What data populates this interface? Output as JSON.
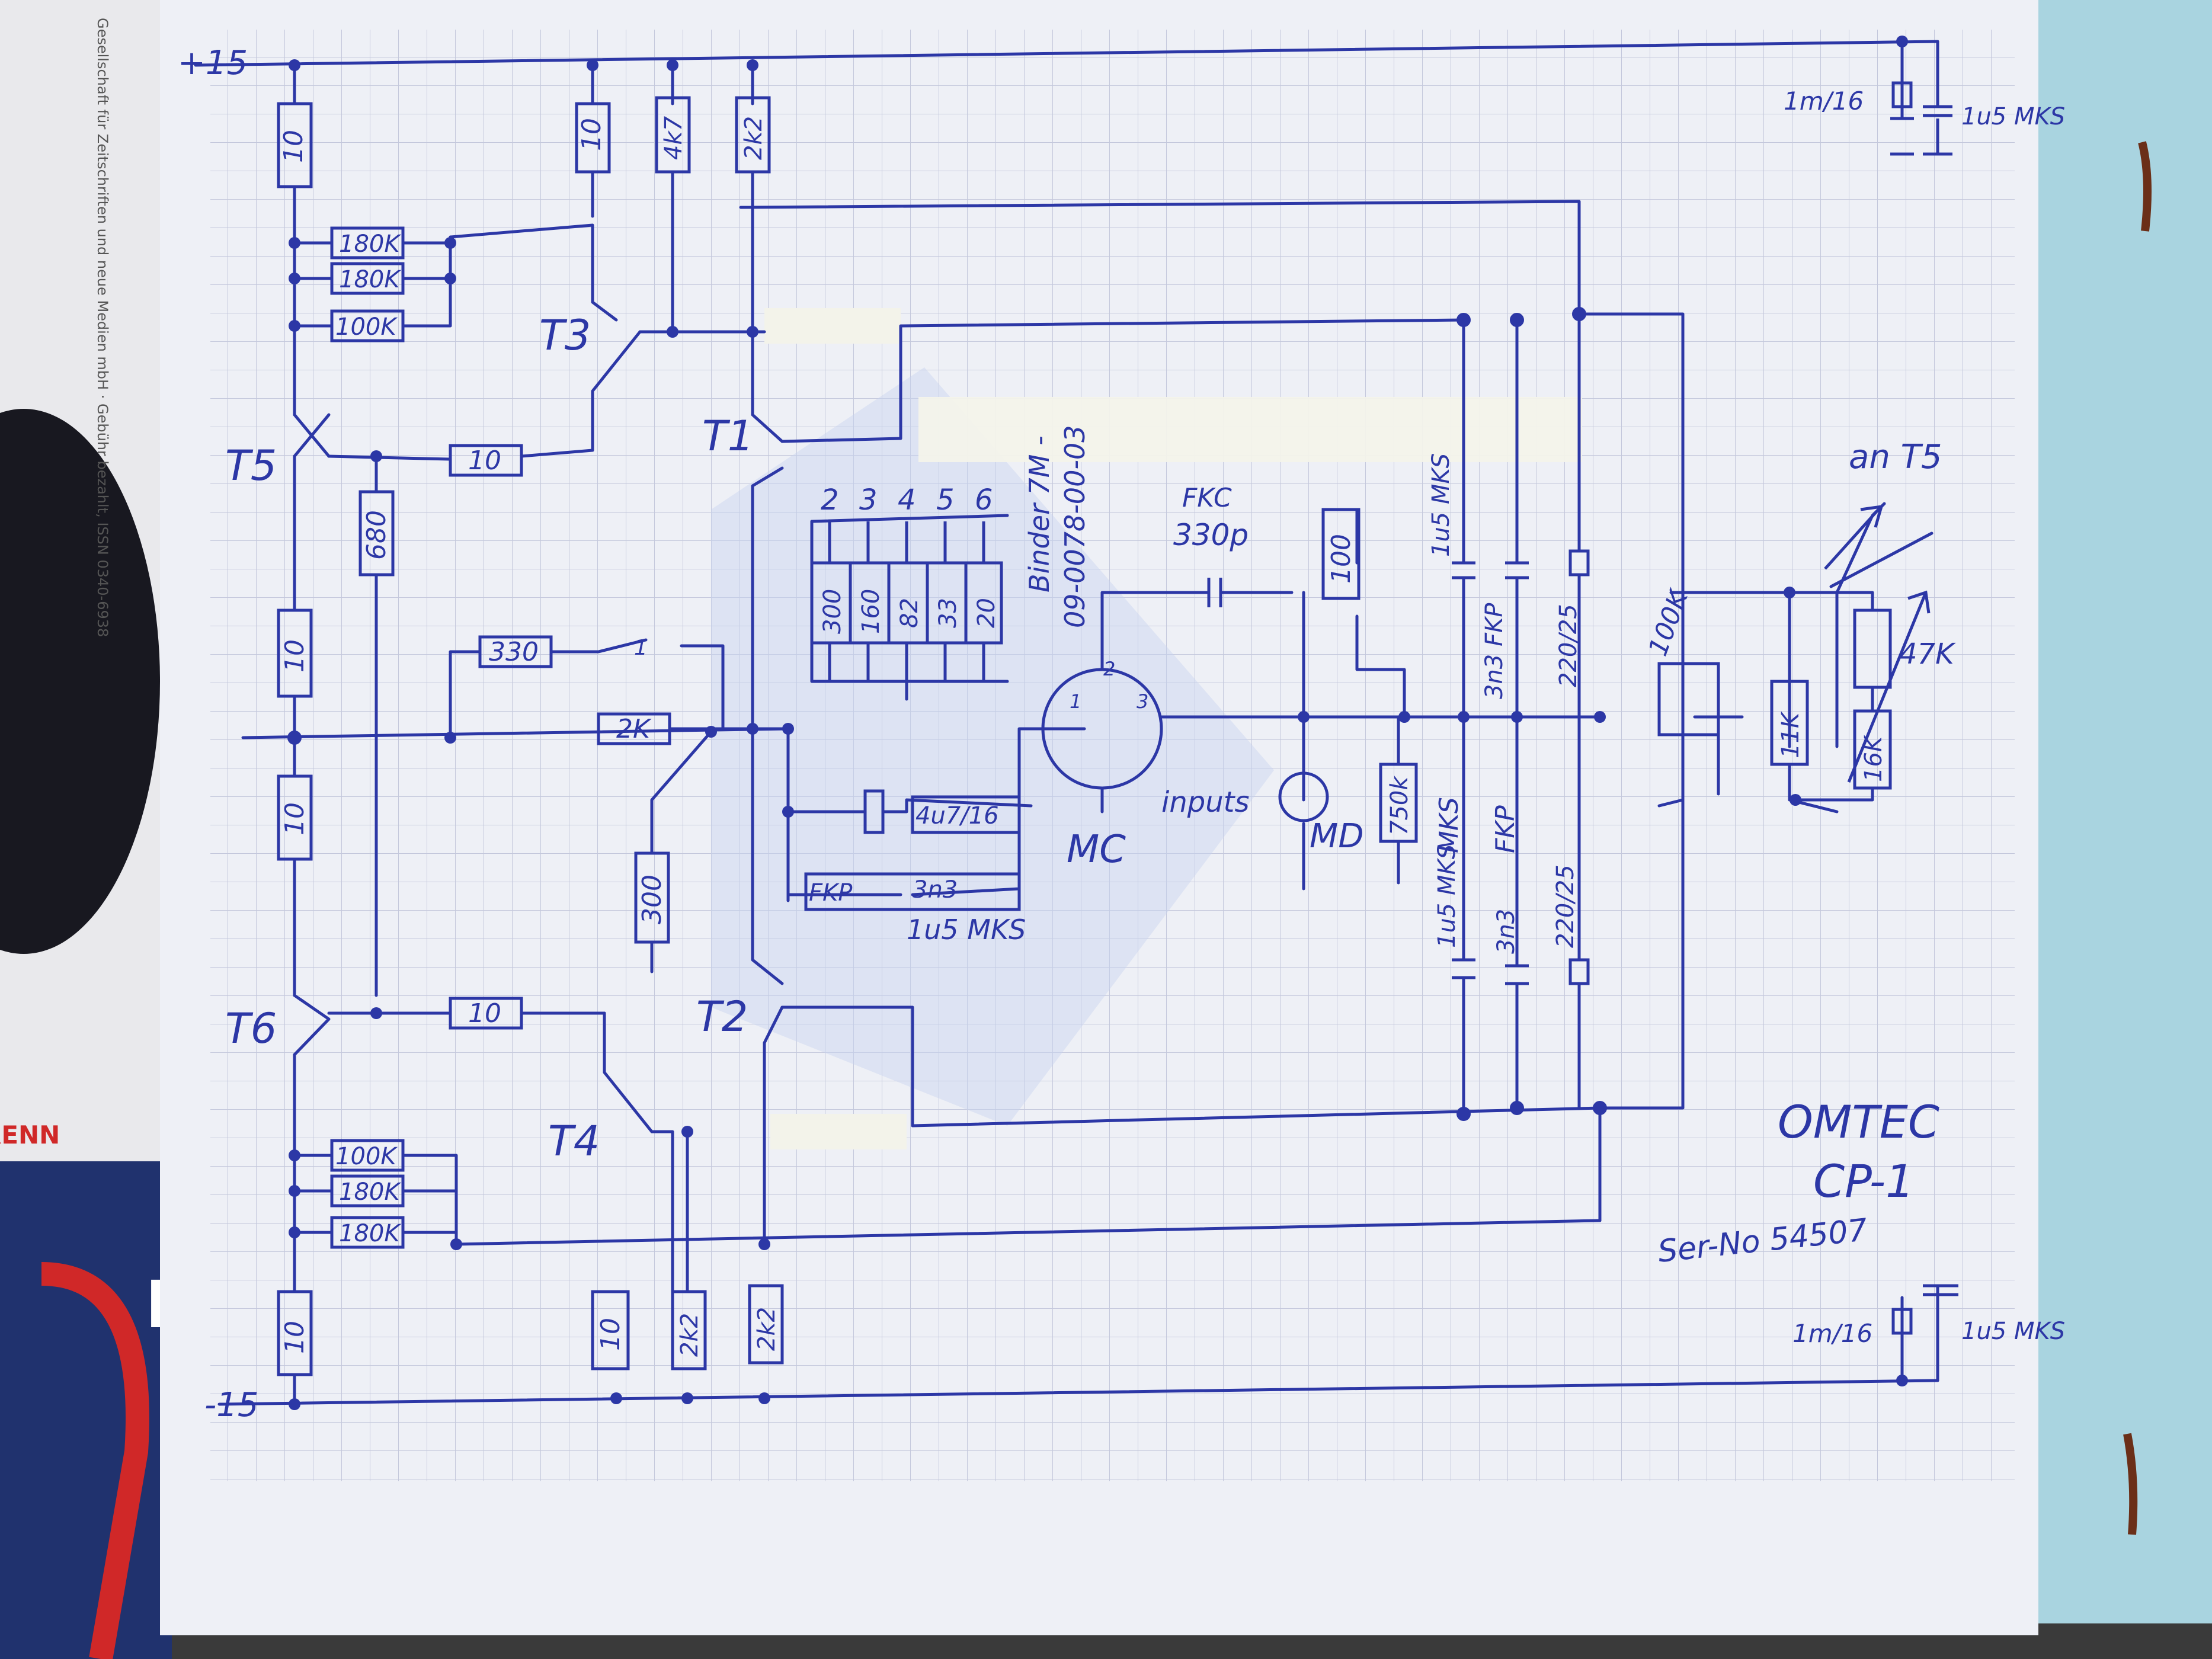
{
  "colors": {
    "ink": "#2c37a6",
    "paper": "#eef0f6",
    "grid": "#b8bdd6",
    "wall": "#a9d4e0",
    "magazine_blue": "#20326e",
    "magazine_red": "#d02828"
  },
  "magazine": {
    "spine_text": "Gesellschaft für Zeitschriften und neue Medien mbH · Gebühr bezahlt, ISSN 0340-6938",
    "brand_fragment": "RENN",
    "cover_letter": "F"
  },
  "title": {
    "line1": "OMTEC",
    "line2": "CP-1",
    "serial": "Ser-No 54507"
  },
  "rails": {
    "positive": "+15",
    "negative": "-15"
  },
  "transistors": {
    "t1": "T1",
    "t2": "T2",
    "t3": "T3",
    "t4": "T4",
    "t5": "T5",
    "t6": "T6"
  },
  "resistors": {
    "r10_top_left": "10",
    "r10_top_mid": "10",
    "r4k7_top": "4k7",
    "r2k2_top": "2k2",
    "r180k_a": "180K",
    "r180k_b": "180K",
    "r100k_top": "100K",
    "r10_t5_base": "10",
    "r680": "680",
    "r10_mid_upper": "10",
    "r330": "330",
    "r2k_feedback": "2K",
    "r10_mid_lower": "10",
    "r300": "300",
    "r10_t6_base": "10",
    "r100k_bot": "100K",
    "r180k_c": "180K",
    "r180k_d": "180K",
    "r10_bot_left": "10",
    "r10_bot_mid": "10",
    "r2k2_bot_a": "2k2",
    "r2k2_bot_b": "2k2",
    "r100_input": "100",
    "r750k": "750k",
    "r100k_pot": "100K",
    "r11k": "11K",
    "r16k": "16K",
    "r47k": "47K"
  },
  "gain_bank": {
    "positions": [
      "2",
      "3",
      "4",
      "5",
      "6"
    ],
    "values": [
      "300",
      "160",
      "82",
      "33",
      "20"
    ]
  },
  "capacitors": {
    "c330p": "330p",
    "c330p_type": "FKC",
    "c4u7": "4u7/16",
    "c3n3": "3n3",
    "c3n3_type": "FKP",
    "c1u5_bank": "1u5 MKS",
    "c1u5_top": "1u5 MKS",
    "c3n3_top": "3n3 FKP",
    "c220_top": "220/25",
    "c1u5_bot": "1u5 MKS",
    "c3n3_bot": "3n3",
    "c220_bot": "220/25",
    "c1u5_bot_type": "MKS",
    "c3n3_bot_type": "FKP",
    "supply_top_elec": "1m/16",
    "supply_top_film": "1u5 MKS",
    "supply_bot_elec": "1m/16",
    "supply_bot_film": "1u5 MKS"
  },
  "inputs": {
    "mc": "MC",
    "md": "MD",
    "label": "inputs",
    "pin1": "1",
    "pin2": "2",
    "pin3": "3",
    "switch_pin": "1"
  },
  "notes": {
    "binder_line1": "Binder 7M -",
    "binder_line2": "09-0078-00-03",
    "to_t5": "an T5"
  }
}
